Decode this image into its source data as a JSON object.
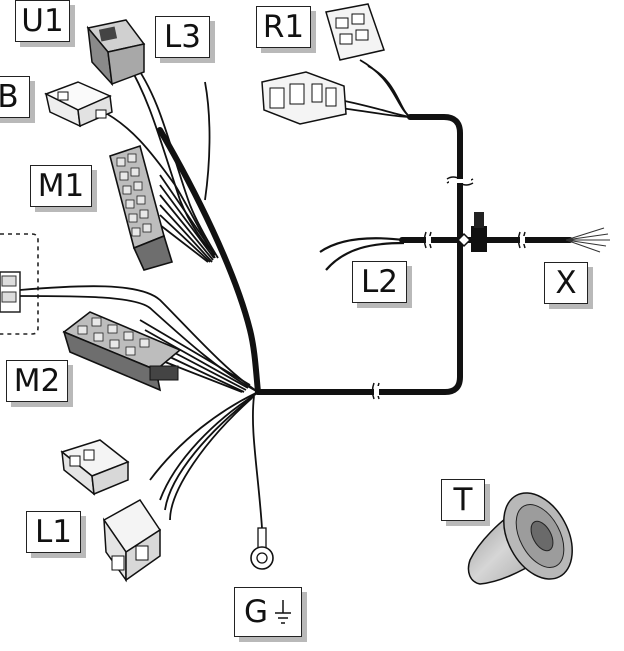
{
  "labels": {
    "U1": "U1",
    "L3": "L3",
    "R1": "R1",
    "B": "B",
    "M1": "M1",
    "L2": "L2",
    "X": "X",
    "M2": "M2",
    "L1": "L1",
    "T": "T",
    "G": "G"
  },
  "icons": {
    "ground": "ground-icon"
  }
}
